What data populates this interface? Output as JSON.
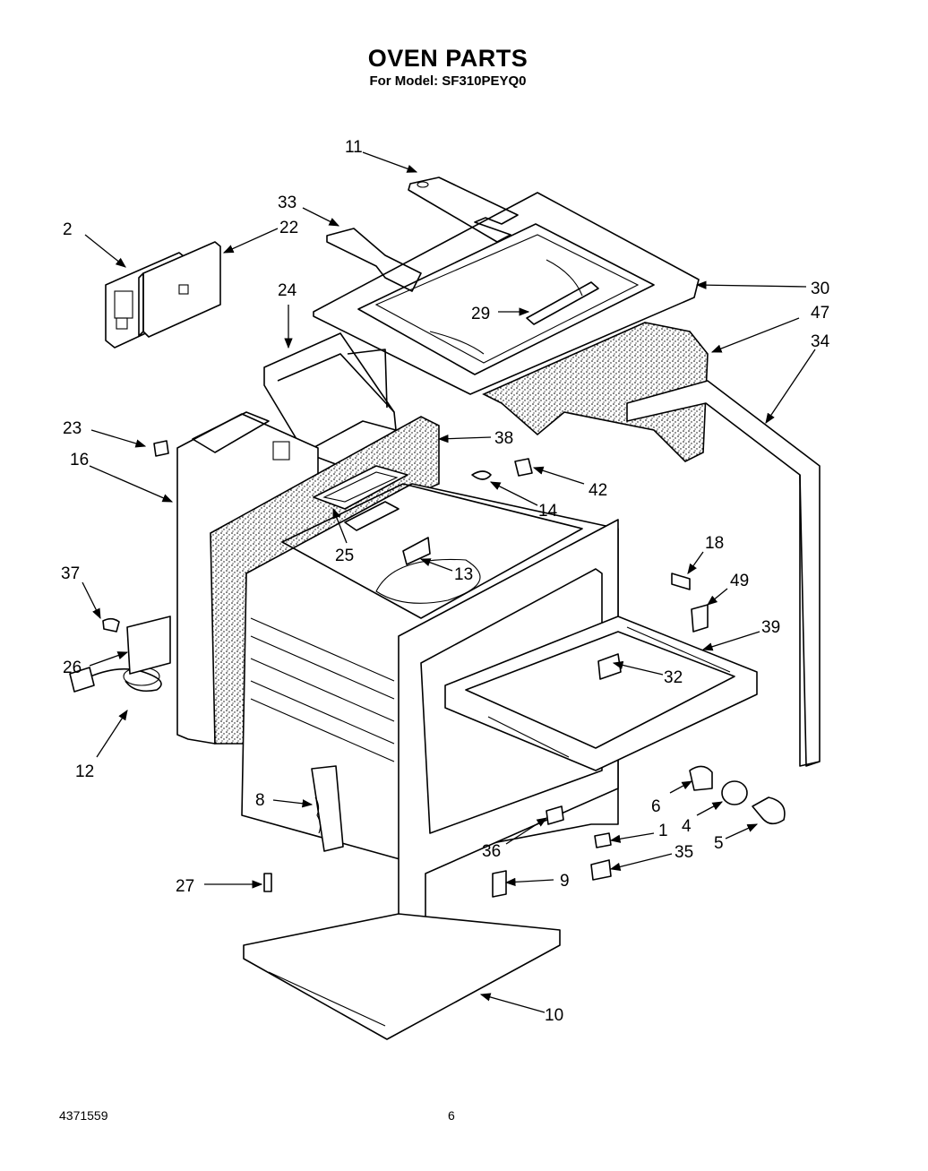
{
  "header": {
    "title": "OVEN PARTS",
    "subtitle": "For Model: SF310PEYQ0"
  },
  "footer": {
    "doc_number": "4371559",
    "page_number": "6"
  },
  "callouts": [
    {
      "label": "11"
    },
    {
      "label": "33"
    },
    {
      "label": "2"
    },
    {
      "label": "22"
    },
    {
      "label": "30"
    },
    {
      "label": "24"
    },
    {
      "label": "29"
    },
    {
      "label": "47"
    },
    {
      "label": "34"
    },
    {
      "label": "23"
    },
    {
      "label": "38"
    },
    {
      "label": "16"
    },
    {
      "label": "42"
    },
    {
      "label": "14"
    },
    {
      "label": "25"
    },
    {
      "label": "13"
    },
    {
      "label": "18"
    },
    {
      "label": "37"
    },
    {
      "label": "49"
    },
    {
      "label": "39"
    },
    {
      "label": "26"
    },
    {
      "label": "32"
    },
    {
      "label": "12"
    },
    {
      "label": "8"
    },
    {
      "label": "6"
    },
    {
      "label": "4"
    },
    {
      "label": "5"
    },
    {
      "label": "1"
    },
    {
      "label": "36"
    },
    {
      "label": "35"
    },
    {
      "label": "27"
    },
    {
      "label": "9"
    },
    {
      "label": "10"
    }
  ]
}
